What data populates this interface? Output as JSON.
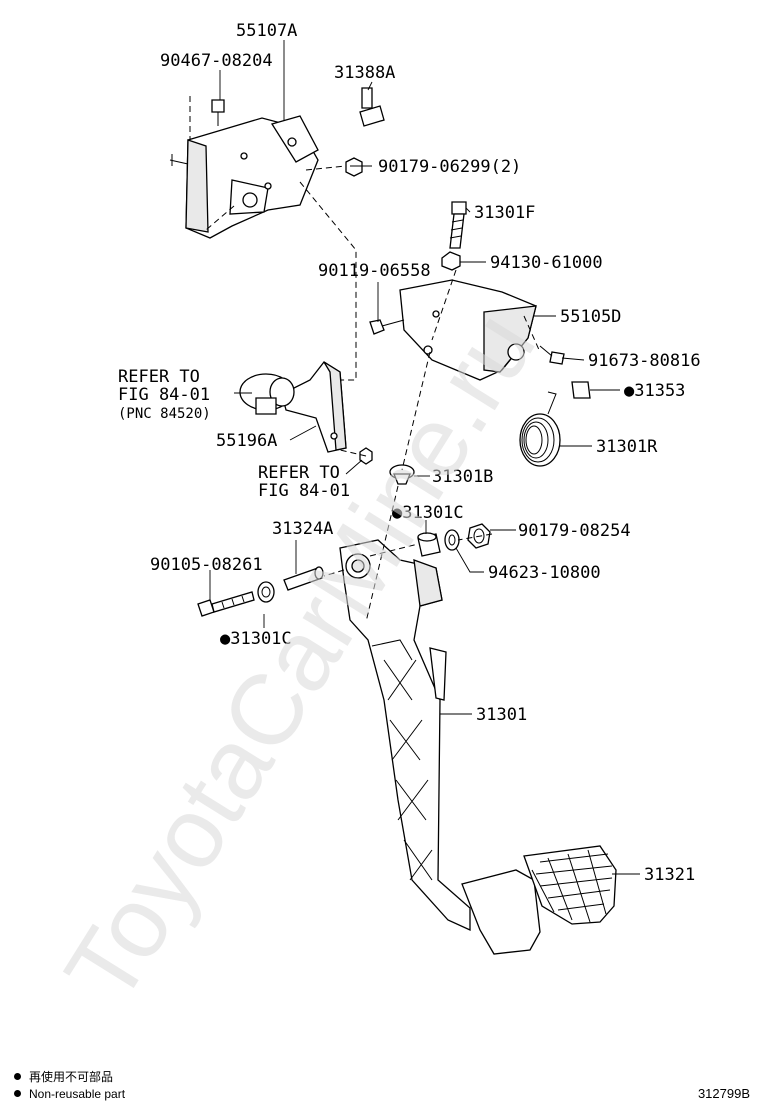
{
  "parts": {
    "p55107A": "55107A",
    "p90467": "90467-08204",
    "p31388A": "31388A",
    "p90179_06299": "90179-06299(2)",
    "p31301F": "31301F",
    "p94130": "94130-61000",
    "p90119": "90119-06558",
    "p55105D": "55105D",
    "p91673": "91673-80816",
    "p31353": "●31353",
    "p31301R": "31301R",
    "p55196A": "55196A",
    "p31301B": "31301B",
    "p31301C_top": "●31301C",
    "p31324A": "31324A",
    "p90179_08254": "90179-08254",
    "p90105": "90105-08261",
    "p94623": "94623-10800",
    "p31301C_bottom": "●31301C",
    "p31301": "31301",
    "p31321": "31321"
  },
  "refs": {
    "refer1_line1": "REFER TO",
    "refer1_line2": "FIG 84-01",
    "refer1_line3": "(PNC 84520)",
    "refer2_line1": "REFER TO",
    "refer2_line2": "FIG 84-01"
  },
  "legend": {
    "line1": "再使用不可部品",
    "line2": "Non-reusable part"
  },
  "figure_code": "312799B",
  "watermark": "ToyotaCarMine.ru"
}
